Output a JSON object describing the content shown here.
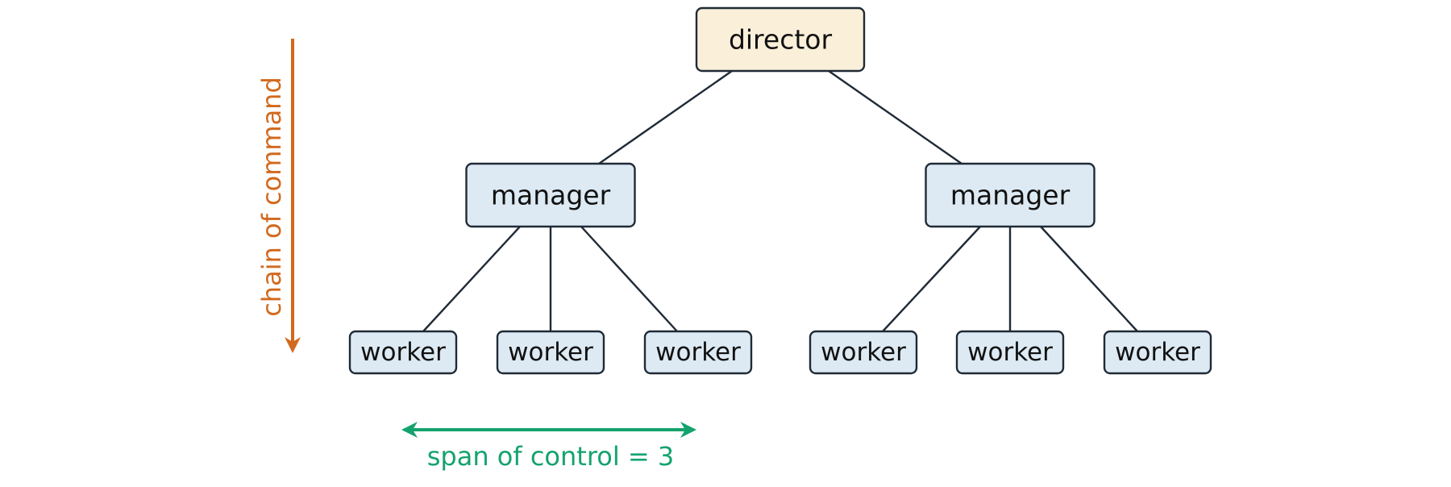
{
  "nodes": [
    {
      "id": "director",
      "label": "director",
      "level": "director"
    },
    {
      "id": "manager-left",
      "label": "manager",
      "level": "manager"
    },
    {
      "id": "manager-right",
      "label": "manager",
      "level": "manager"
    },
    {
      "id": "worker-1",
      "label": "worker",
      "level": "worker"
    },
    {
      "id": "worker-2",
      "label": "worker",
      "level": "worker"
    },
    {
      "id": "worker-3",
      "label": "worker",
      "level": "worker"
    },
    {
      "id": "worker-4",
      "label": "worker",
      "level": "worker"
    },
    {
      "id": "worker-5",
      "label": "worker",
      "level": "worker"
    },
    {
      "id": "worker-6",
      "label": "worker",
      "level": "worker"
    }
  ],
  "edges": [
    [
      "director",
      "manager-left"
    ],
    [
      "director",
      "manager-right"
    ],
    [
      "manager-left",
      "worker-1"
    ],
    [
      "manager-left",
      "worker-2"
    ],
    [
      "manager-left",
      "worker-3"
    ],
    [
      "manager-right",
      "worker-4"
    ],
    [
      "manager-right",
      "worker-5"
    ],
    [
      "manager-right",
      "worker-6"
    ]
  ],
  "annotations": {
    "chain_label": "chain of command",
    "span_label": "span of control = 3"
  },
  "colors": {
    "director_fill": "#faefd9",
    "manager_fill": "#ddeaf3",
    "worker_fill": "#ddeaf3",
    "node_stroke": "#1f2a36",
    "chain_color": "#d2691e",
    "span_color": "#14a36e"
  }
}
